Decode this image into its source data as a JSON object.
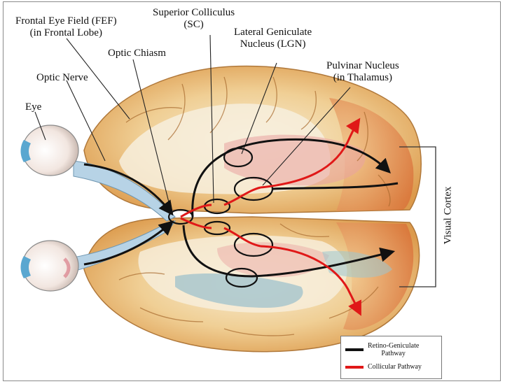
{
  "labels": {
    "fef": [
      "Frontal Eye Field (FEF)",
      "(in Frontal Lobe)"
    ],
    "sc": [
      "Superior Colliculus",
      "(SC)"
    ],
    "lgn": [
      "Lateral Geniculate",
      "Nucleus (LGN)"
    ],
    "pulvinar": [
      "Pulvinar Nucleus",
      "(in Thalamus)"
    ],
    "optic_chiasm": "Optic Chiasm",
    "optic_nerve": "Optic Nerve",
    "eye": "Eye",
    "visual_cortex": "Visual Cortex"
  },
  "legend": {
    "retino": [
      "Retino-Geniculate",
      "Pathway"
    ],
    "collicular": "Collicular Pathway"
  },
  "colors": {
    "retino_pathway": "#111111",
    "collicular_pathway": "#e01818",
    "brain_tan": "#e8b46a",
    "brain_cream": "#f3e6c8",
    "cortex_orange": "#d9783a"
  }
}
